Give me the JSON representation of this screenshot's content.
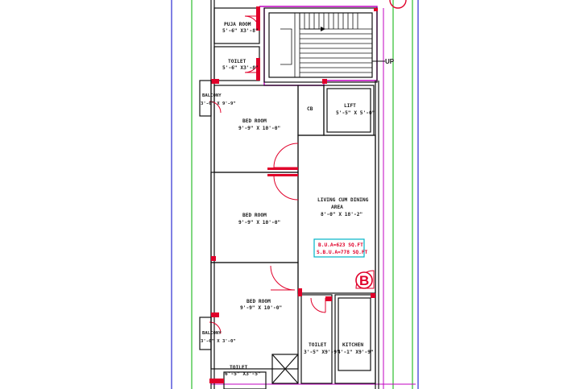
{
  "rooms": {
    "puja": {
      "name": "PUJA ROOM",
      "size": "5'-6\" X3'-8\""
    },
    "toilet_top": {
      "name": "TOILET",
      "size": "5'-6\" X3'-8\""
    },
    "balcony_top": {
      "name": "BALCONY",
      "size": "3'-6\" X 9'-9\""
    },
    "bedroom_1": {
      "name": "BED ROOM",
      "size": "9'-9\" X 10'-0\""
    },
    "cb": {
      "name": "CB"
    },
    "lift": {
      "name": "LIFT",
      "size": "5'-5\" X 5'-0\""
    },
    "living": {
      "name_1": "LIVING CUM DINING",
      "name_2": "AREA",
      "size": "8'-0\" X 18'-2\""
    },
    "bedroom_2": {
      "name": "BED ROOM",
      "size": "9'-9\" X 10'-0\""
    },
    "bedroom_3": {
      "name": "BED ROOM",
      "size": "9'-9\" X 10'-0\""
    },
    "balcony_bottom": {
      "name": "BALCONY",
      "size": "3'-6\" X 3'-0\""
    },
    "toilet_mid": {
      "name": "TOILET",
      "size": "3'-5\" X9'-9\""
    },
    "kitchen": {
      "name": "KITCHEN",
      "size": "4'-1\" X9'-9\""
    },
    "toilet_bottom": {
      "name": "TOILET",
      "size": "6'-5\" X3'-5\""
    }
  },
  "area_box": {
    "bua": "B.U.A=623 SQ.FT",
    "sbua": "S.B.U.A=778 SQ.FT"
  },
  "stair_label": "UP",
  "section_marker": "B",
  "colors": {
    "wall": "#111111",
    "accent": "#e0002a",
    "magenta": "#c000c0",
    "green": "#00b000",
    "frame": "#0000c8",
    "area_box": "#00b4c8"
  }
}
